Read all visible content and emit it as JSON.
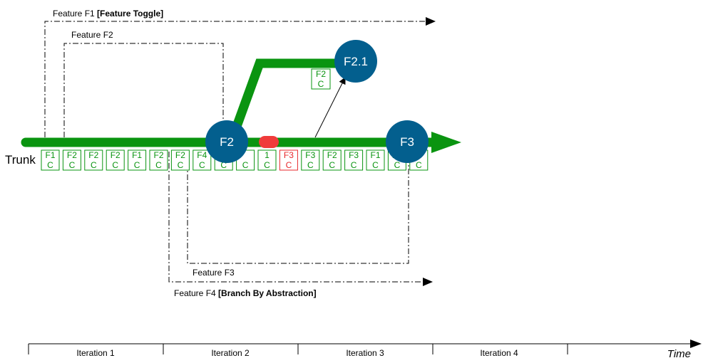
{
  "colors": {
    "trunk": "#0a9410",
    "node": "#035f8e",
    "commit_ok": "#0a9410",
    "commit_bad": "#e8282c",
    "merge_marker": "#f03b3b",
    "line": "#000000"
  },
  "trunk": {
    "label": "Trunk"
  },
  "features": [
    {
      "prefix": "Feature F1 ",
      "strategy": "[Feature Toggle]"
    },
    {
      "prefix": "Feature F2",
      "strategy": ""
    },
    {
      "prefix": "Feature F3",
      "strategy": ""
    },
    {
      "prefix": "Feature F4 ",
      "strategy": "[Branch By Abstraction]"
    }
  ],
  "nodes": [
    {
      "label": "F2"
    },
    {
      "label": "F2.1"
    },
    {
      "label": "F3"
    }
  ],
  "commits": [
    {
      "feature": "F1",
      "type": "C",
      "status": "ok"
    },
    {
      "feature": "F2",
      "type": "C",
      "status": "ok"
    },
    {
      "feature": "F2",
      "type": "C",
      "status": "ok"
    },
    {
      "feature": "F2",
      "type": "C",
      "status": "ok"
    },
    {
      "feature": "F1",
      "type": "C",
      "status": "ok"
    },
    {
      "feature": "F2",
      "type": "C",
      "status": "ok"
    },
    {
      "feature": "F2",
      "type": "C",
      "status": "ok"
    },
    {
      "feature": "F4",
      "type": "C",
      "status": "ok"
    },
    {
      "feature": "F3",
      "type": "C",
      "status": "ok"
    },
    {
      "feature": "",
      "type": "C",
      "status": "ok"
    },
    {
      "feature": "1",
      "type": "C",
      "status": "ok"
    },
    {
      "feature": "F3",
      "type": "C",
      "status": "bad"
    },
    {
      "feature": "F3",
      "type": "C",
      "status": "ok"
    },
    {
      "feature": "F2",
      "type": "C",
      "status": "ok"
    },
    {
      "feature": "F3",
      "type": "C",
      "status": "ok"
    },
    {
      "feature": "F1",
      "type": "C",
      "status": "ok"
    },
    {
      "feature": "F4",
      "type": "C",
      "status": "ok"
    },
    {
      "feature": "",
      "type": "C",
      "status": "ok"
    }
  ],
  "branch_commit": {
    "feature": "F2",
    "type": "C"
  },
  "timeline": {
    "iterations": [
      "Iteration 1",
      "Iteration 2",
      "Iteration 3",
      "Iteration 4"
    ],
    "axis_label": "Time"
  }
}
